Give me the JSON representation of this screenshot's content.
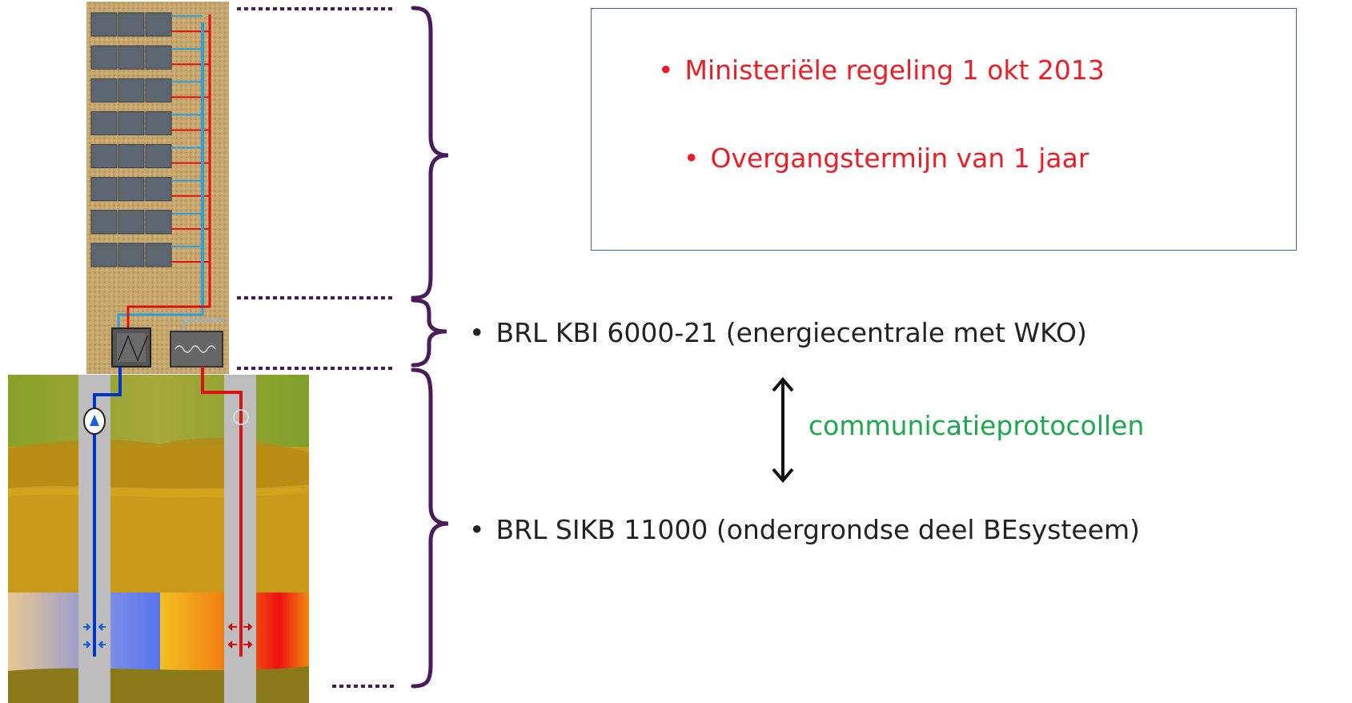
{
  "colors": {
    "brace": "#4b1a5c",
    "notice_text": "#ee1c25",
    "notice_border": "#2f6f8f",
    "protocol_text": "#1aaa4a",
    "body_text": "#222222",
    "cold_pipe": "#0033cc",
    "warm_pipe": "#dd1111",
    "building_supply_pipe": "#2aa0e0",
    "building_wall": "#c8a870",
    "soil": "#c99a1a"
  },
  "notice": {
    "items": [
      "Ministeriële regeling 1 okt 2013",
      "Overgangstermijn van 1 jaar"
    ]
  },
  "standards": {
    "above_ground": "BRL KBI 6000-21 (energiecentrale met WKO)",
    "below_ground": "BRL SIKB 11000 (ondergrondse deel BEsysteem)"
  },
  "link": {
    "label": "communicatieprotocollen",
    "arrow_icon": "double-headed-vertical-arrow-icon"
  },
  "illustration": {
    "building_floors": 8,
    "icons": [
      "building-icon",
      "heat-exchanger-icon",
      "heat-pump-icon",
      "cold-well-icon",
      "warm-well-icon",
      "pump-icon"
    ]
  }
}
